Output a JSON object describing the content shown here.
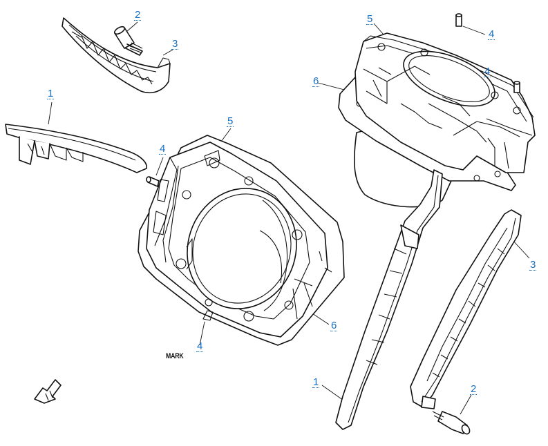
{
  "callouts": [
    {
      "id": "c1a",
      "text": "1"
    },
    {
      "id": "c2a",
      "text": "2"
    },
    {
      "id": "c3a",
      "text": "3"
    },
    {
      "id": "c4a",
      "text": "4"
    },
    {
      "id": "c5a",
      "text": "5"
    },
    {
      "id": "c4b",
      "text": "4"
    },
    {
      "id": "c6a",
      "text": "6"
    },
    {
      "id": "c5b",
      "text": "5"
    },
    {
      "id": "c4c",
      "text": "4"
    },
    {
      "id": "c4d",
      "text": "4"
    },
    {
      "id": "c6b",
      "text": "6"
    },
    {
      "id": "c3b",
      "text": "3"
    },
    {
      "id": "c1b",
      "text": "1"
    },
    {
      "id": "c2b",
      "text": "2"
    }
  ],
  "mark_text": "MARK",
  "colors": {
    "callout": "#1a6fc0",
    "line": "#111111",
    "background": "#ffffff"
  }
}
